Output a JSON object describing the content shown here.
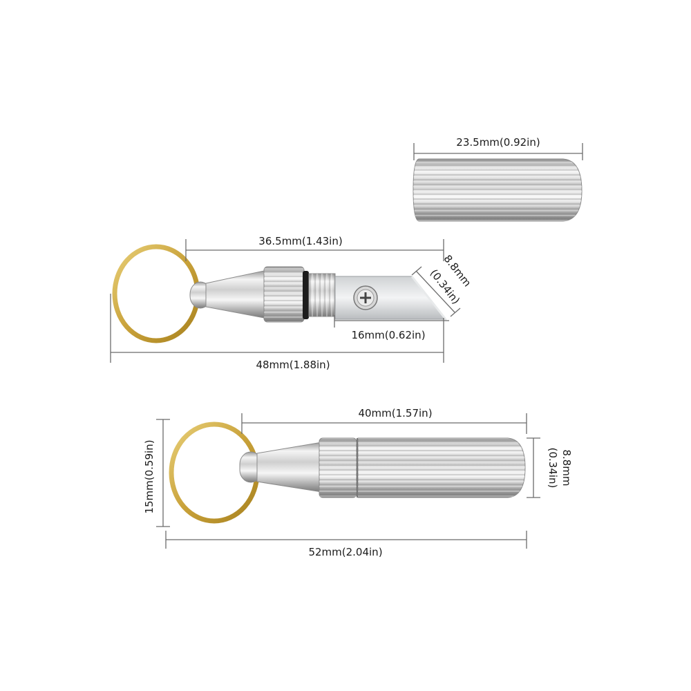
{
  "dimensions": {
    "cap_length": "23.5mm(0.92in)",
    "body_length": "36.5mm(1.43in)",
    "blade_width": "8.8mm",
    "blade_width_in": "(0.34in)",
    "blade_length": "16mm(0.62in)",
    "open_total_length": "48mm(1.88in)",
    "closed_body_length": "40mm(1.57in)",
    "ring_diameter": "15mm(0.59in)",
    "closed_diameter": "8.8mm",
    "closed_diameter_in": "(0.34in)",
    "closed_total_length": "52mm(2.04in)"
  },
  "colors": {
    "ring": "#c9a23a",
    "metal_light": "#f2f2f2",
    "metal_dark": "#8c8c8c",
    "dimension_line": "#6b6b6b"
  }
}
